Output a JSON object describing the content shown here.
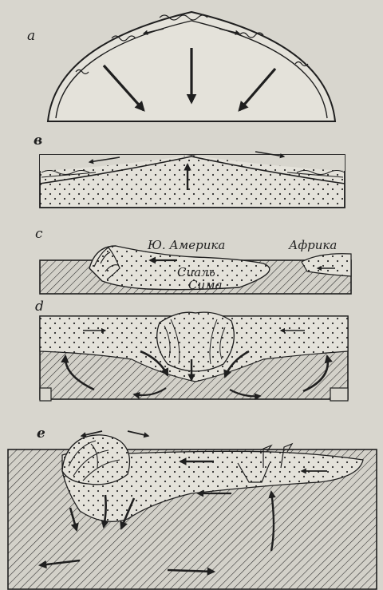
{
  "panels": {
    "a": {
      "letter": "a"
    },
    "b": {
      "letter": "в"
    },
    "c": {
      "letter": "c",
      "south_america": "Ю. Америка",
      "africa": "Африка",
      "sial": "Сиаль",
      "sima": "Сима"
    },
    "d": {
      "letter": "d"
    },
    "e": {
      "letter": "e"
    }
  },
  "colors": {
    "paper": "#d8d6ce",
    "ink": "#1f1f1f",
    "sial_fill": "#e4e2da"
  }
}
